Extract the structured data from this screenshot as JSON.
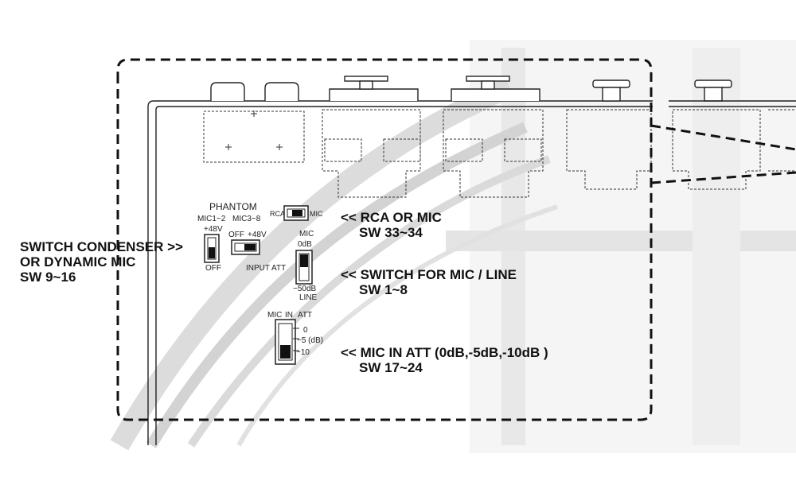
{
  "panel": {
    "phantom": {
      "title": "PHANTOM",
      "group_mic1_2": "MIC1~2",
      "group_mic3_8": "MIC3~8",
      "mic1_2_on": "+48V",
      "mic1_2_off": "OFF",
      "mic3_8_off": "OFF",
      "mic3_8_on": "+48V"
    },
    "rca_mic_switch": {
      "left_label": "RCA",
      "right_label": "MIC"
    },
    "input_att": {
      "label": "INPUT ATT",
      "top_label_line1": "MIC",
      "top_label_line2": "0dB",
      "bottom_label_line1": "−50dB",
      "bottom_label_line2": "LINE"
    },
    "mic_in_att": {
      "label_mic": "MIC",
      "label_in": "IN",
      "label_att": "ATT",
      "tick_0": "0",
      "tick_5": "−5 (dB)",
      "tick_10": "−10"
    }
  },
  "callouts": {
    "condenser": {
      "line1": "SWITCH CONDENSER >>",
      "line2": "OR DYNAMIC MIC",
      "line3": "SW 9~16"
    },
    "rca_or_mic": {
      "line1": "<< RCA OR MIC",
      "line2": "SW 33~34"
    },
    "mic_line": {
      "line1": "<< SWITCH FOR MIC / LINE",
      "line2": "SW 1~8"
    },
    "mic_in_att": {
      "line1": "<< MIC IN ATT (0dB,-5dB,-10dB  )",
      "line2": "SW 17~24"
    }
  }
}
